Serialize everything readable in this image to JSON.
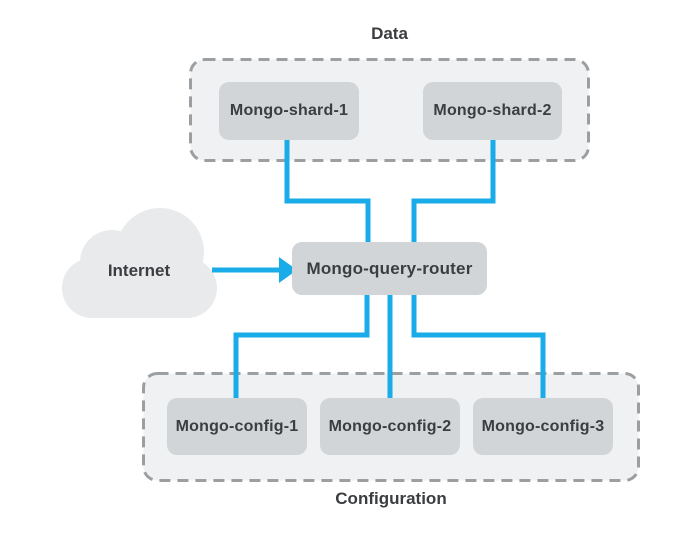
{
  "labels": {
    "data_group": "Data",
    "config_group": "Configuration",
    "shard1": "Mongo-shard-1",
    "shard2": "Mongo-shard-2",
    "router": "Mongo-query-router",
    "config1": "Mongo-config-1",
    "config2": "Mongo-config-2",
    "config3": "Mongo-config-3",
    "internet": "Internet"
  },
  "edges": [
    {
      "from": "Internet",
      "to": "Mongo-query-router",
      "style": "arrow"
    },
    {
      "from": "Mongo-shard-1",
      "to": "Mongo-query-router",
      "style": "elbow"
    },
    {
      "from": "Mongo-shard-2",
      "to": "Mongo-query-router",
      "style": "elbow"
    },
    {
      "from": "Mongo-query-router",
      "to": "Mongo-config-1",
      "style": "elbow"
    },
    {
      "from": "Mongo-query-router",
      "to": "Mongo-config-2",
      "style": "straight"
    },
    {
      "from": "Mongo-query-router",
      "to": "Mongo-config-3",
      "style": "elbow"
    }
  ],
  "colors": {
    "connector": "#19ace8",
    "node_fill": "#d2d5d7",
    "group_fill": "#f0f1f2",
    "group_border": "#9b9fa2",
    "cloud_fill": "#e8eaec",
    "text": "#3b3d40",
    "bg": "#ffffff"
  }
}
